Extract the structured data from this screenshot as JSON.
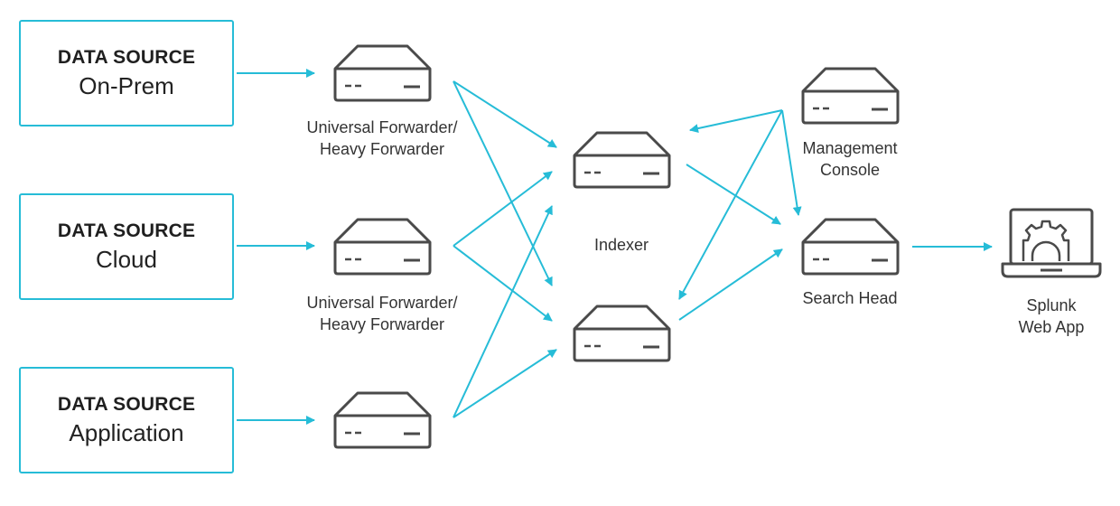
{
  "colors": {
    "accent": "#26bcd7",
    "icon_stroke": "#4a4a4a",
    "text": "#333333"
  },
  "sources": [
    {
      "title": "DATA SOURCE",
      "subtitle": "On-Prem"
    },
    {
      "title": "DATA SOURCE",
      "subtitle": "Cloud"
    },
    {
      "title": "DATA SOURCE",
      "subtitle": "Application"
    }
  ],
  "forwarders": [
    {
      "label_line1": "Universal Forwarder/",
      "label_line2": "Heavy Forwarder"
    },
    {
      "label_line1": "Universal Forwarder/",
      "label_line2": "Heavy Forwarder"
    },
    {
      "label_line1": "",
      "label_line2": ""
    }
  ],
  "indexer": {
    "label": "Indexer"
  },
  "management_console": {
    "label_line1": "Management",
    "label_line2": "Console"
  },
  "search_head": {
    "label": "Search Head"
  },
  "web_app": {
    "label_line1": "Splunk",
    "label_line2": "Web App",
    "icon": "laptop-gear-icon"
  },
  "server_icon": "server-icon"
}
